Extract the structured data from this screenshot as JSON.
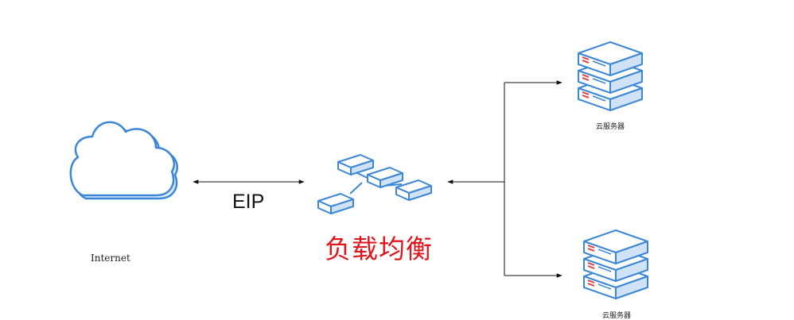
{
  "labels": {
    "internet": "Internet",
    "eip": "EIP",
    "load_balancer": "负载均衡",
    "server_top": "云服务器",
    "server_bottom": "云服务器"
  },
  "icons": {
    "internet": "cloud-icon",
    "load_balancer": "network-topology-icon",
    "server": "server-stack-icon"
  },
  "colors": {
    "icon_stroke": "#3b87d6",
    "icon_fill": "#ffffff",
    "server_side": "#cfe2f7",
    "server_led": "#e33b3b",
    "arrow": "#111111",
    "lb_label": "#e0151b"
  }
}
